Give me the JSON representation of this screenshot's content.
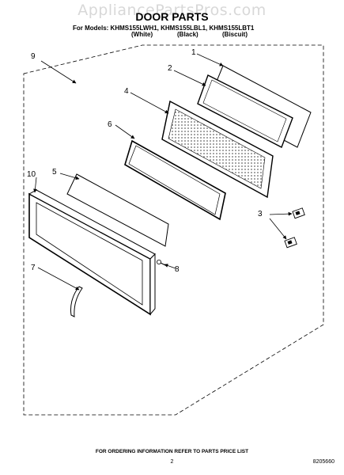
{
  "watermark": "AppliancePartsPros.com",
  "title": "DOOR PARTS",
  "models_line": "For Models: KHMS155LWH1, KHMS155LBL1, KHMS155LBT1",
  "colors": [
    "(White)",
    "(Black)",
    "(Biscuit)"
  ],
  "callouts": {
    "c1": "1",
    "c2": "2",
    "c3": "3",
    "c4": "4",
    "c5": "5",
    "c6": "6",
    "c7": "7",
    "c8": "8",
    "c9": "9",
    "c10": "10"
  },
  "footer_note": "FOR ORDERING INFORMATION REFER TO PARTS PRICE LIST",
  "page_number": "2",
  "document_id": "8205660"
}
